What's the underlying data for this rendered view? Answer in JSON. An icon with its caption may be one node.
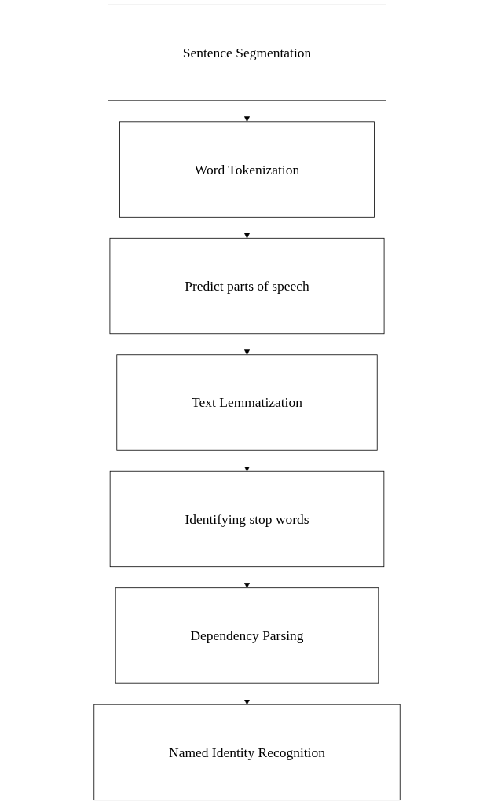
{
  "diagram": {
    "nodes": [
      {
        "text": [
          "Sentence Segmentation"
        ]
      },
      {
        "text": [
          "Word Tokenization"
        ]
      },
      {
        "text": [
          "Predict parts of speech"
        ]
      },
      {
        "text": [
          "Text Lemmatization"
        ]
      },
      {
        "text": [
          "Identifying stop words"
        ]
      },
      {
        "text": [
          "Dependency Parsing"
        ]
      },
      {
        "text": [
          "Named Identity Recognition"
        ]
      }
    ],
    "edges": [
      {
        "from": 0,
        "to": 1,
        "arrow": "to"
      },
      {
        "from": 1,
        "to": 2,
        "arrow": "to"
      },
      {
        "from": 2,
        "to": 3,
        "arrow": "to"
      },
      {
        "from": 3,
        "to": 4,
        "arrow": "to"
      },
      {
        "from": 4,
        "to": 5,
        "arrow": "to"
      },
      {
        "from": 5,
        "to": 6,
        "arrow": "to"
      }
    ]
  }
}
